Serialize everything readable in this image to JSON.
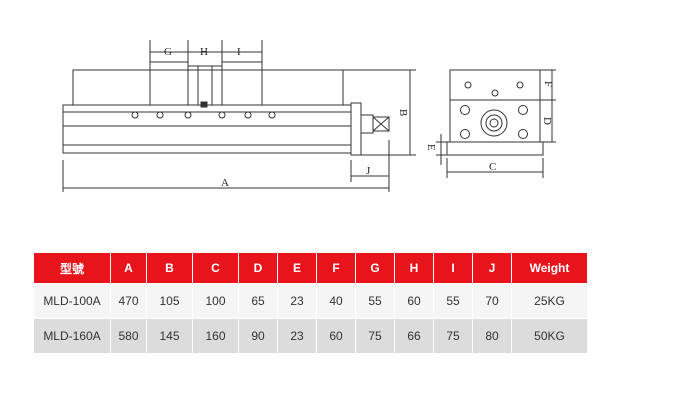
{
  "drawing_labels": {
    "A": "A",
    "B": "B",
    "C": "C",
    "D": "D",
    "E": "E",
    "F": "F",
    "G": "G",
    "H": "H",
    "I": "I",
    "J": "J"
  },
  "table": {
    "headers": [
      "型號",
      "A",
      "B",
      "C",
      "D",
      "E",
      "F",
      "G",
      "H",
      "I",
      "J",
      "Weight"
    ],
    "rows": [
      [
        "MLD-100A",
        "470",
        "105",
        "100",
        "65",
        "23",
        "40",
        "55",
        "60",
        "55",
        "70",
        "25KG"
      ],
      [
        "MLD-160A",
        "580",
        "145",
        "160",
        "90",
        "23",
        "60",
        "75",
        "66",
        "75",
        "80",
        "50KG"
      ]
    ]
  }
}
